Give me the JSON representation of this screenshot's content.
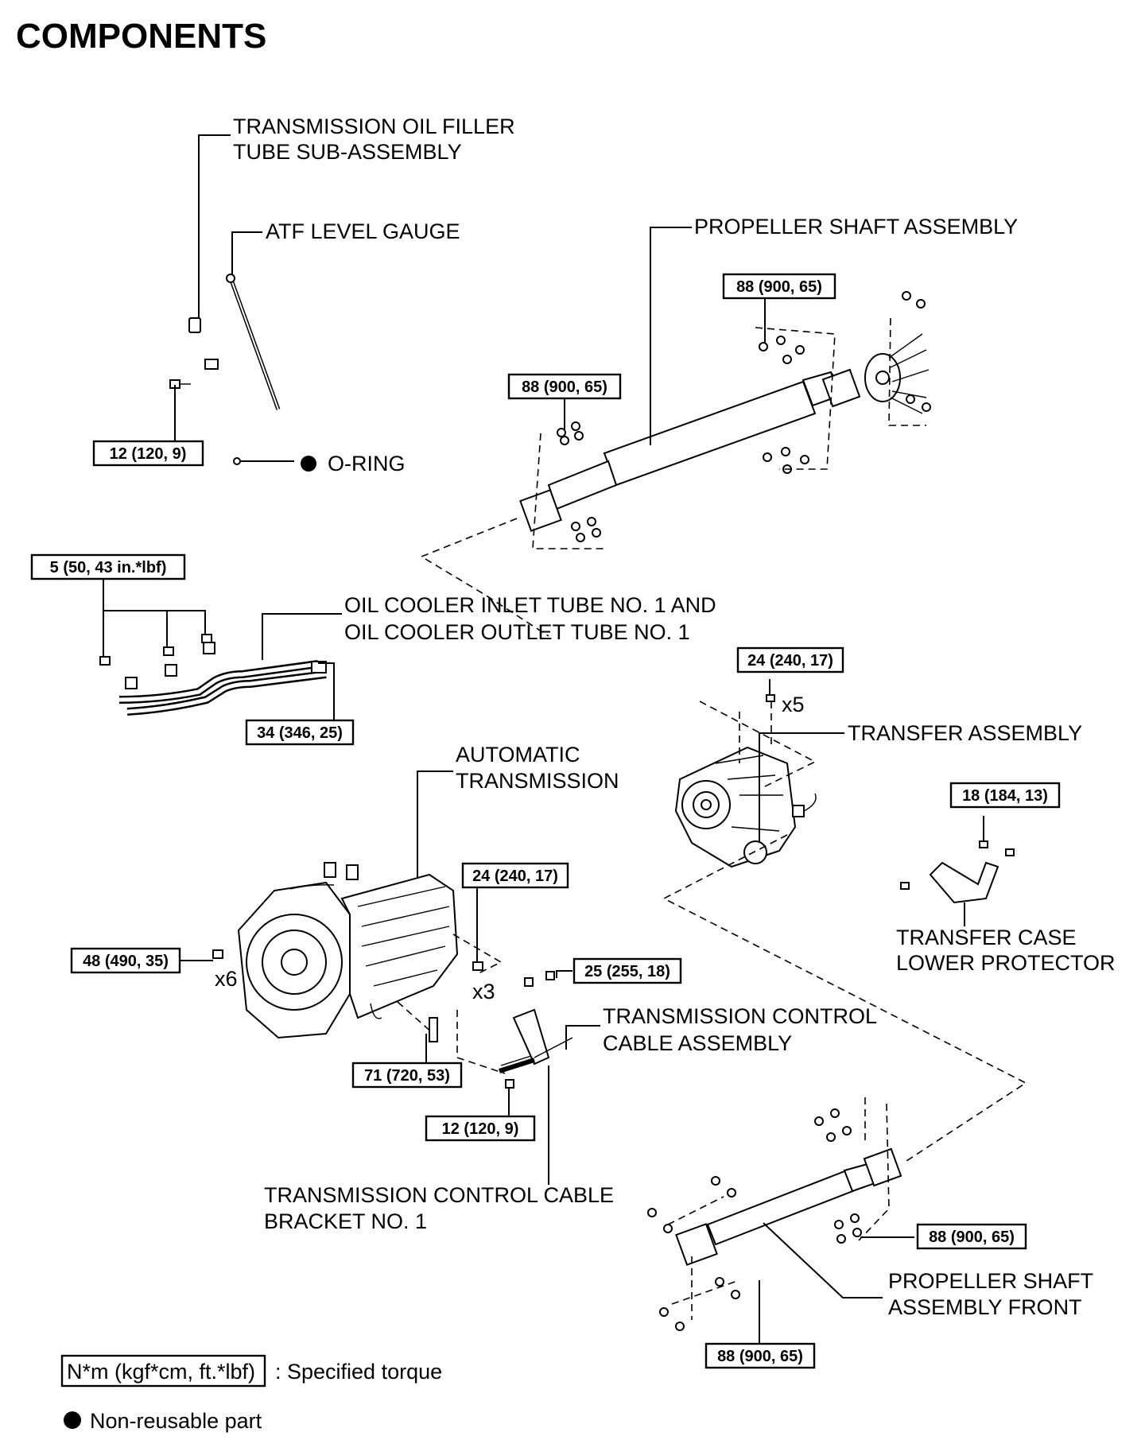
{
  "title": "COMPONENTS",
  "labels": {
    "filler_tube_1": "TRANSMISSION OIL FILLER",
    "filler_tube_2": "TUBE SUB-ASSEMBLY",
    "atf_gauge": "ATF LEVEL GAUGE",
    "o_ring": "O-RING",
    "prop_shaft": "PROPELLER SHAFT ASSEMBLY",
    "cooler_1": "OIL COOLER INLET TUBE NO. 1 AND",
    "cooler_2": "OIL COOLER OUTLET TUBE NO. 1",
    "transfer": "TRANSFER ASSEMBLY",
    "auto_trans_1": "AUTOMATIC",
    "auto_trans_2": "TRANSMISSION",
    "protector_1": "TRANSFER CASE",
    "protector_2": "LOWER PROTECTOR",
    "cable_1": "TRANSMISSION CONTROL",
    "cable_2": "CABLE ASSEMBLY",
    "bracket_1": "TRANSMISSION CONTROL CABLE",
    "bracket_2": "BRACKET NO. 1",
    "prop_front_1": "PROPELLER SHAFT",
    "prop_front_2": "ASSEMBLY FRONT"
  },
  "quantities": {
    "x5": "x5",
    "x6": "x6",
    "x3": "x3"
  },
  "torques": {
    "filler_bolt": "12 (120, 9)",
    "prop_rear_top": "88 (900, 65)",
    "prop_rear_left": "88 (900, 65)",
    "cooler_clamp": "5 (50, 43 in.*lbf)",
    "cooler_union": "34 (346, 25)",
    "transfer_bolt": "24 (240, 17)",
    "protector_bolt": "18 (184, 13)",
    "trans_bolt_right": "24 (240, 17)",
    "trans_bolt_left": "48 (490, 35)",
    "bracket_bolt": "25 (255, 18)",
    "trans_lower_bolt": "71 (720, 53)",
    "cable_nut": "12 (120, 9)",
    "prop_front_right": "88 (900, 65)",
    "prop_front_bottom": "88 (900, 65)"
  },
  "legend": {
    "torque_box": "N*m (kgf*cm, ft.*lbf)",
    "torque_text": ": Specified torque",
    "nonreusable_text": "Non-reusable part"
  }
}
